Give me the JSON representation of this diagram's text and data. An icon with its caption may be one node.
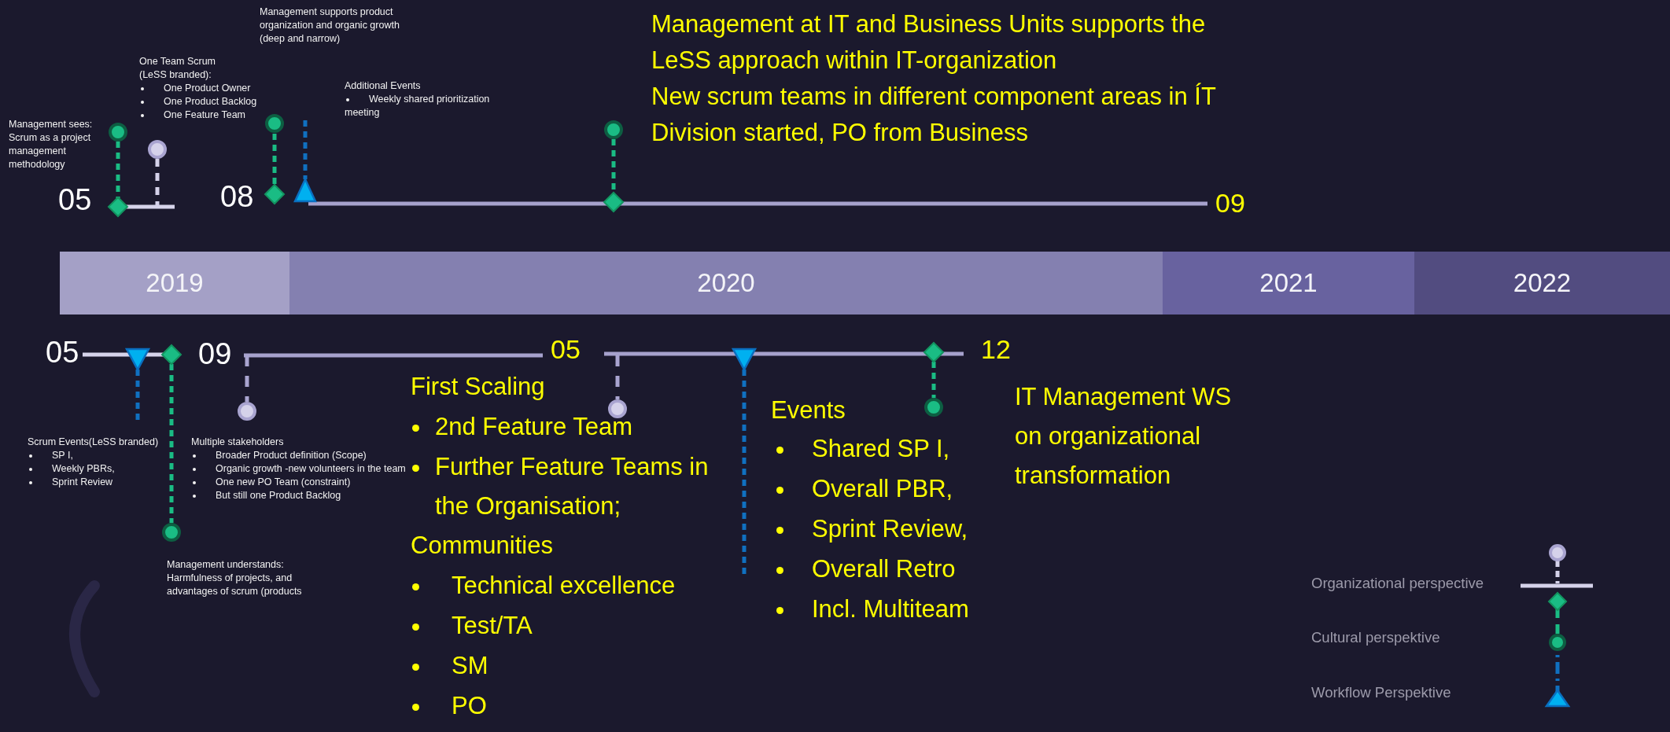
{
  "diagram": {
    "nodes": [
      {
        "text": [
          "2019"
        ]
      },
      {
        "text": [
          "2020"
        ]
      },
      {
        "text": [
          "2021"
        ]
      },
      {
        "text": [
          "2022"
        ]
      }
    ],
    "labels": [
      "Management sees: Scrum as a project management methodology",
      "One Team Scrum (LeSS branded):",
      "One Product Owner",
      "One Product Backlog",
      "One Feature Team",
      "Management supports product organization and organic growth (deep and narrow)",
      "Additional Events",
      "Weekly shared prioritization meeting",
      "05",
      "08",
      "Management at IT and Business Units supports the LeSS approach within IT-organization",
      "New scrum teams in different component areas in ÍT Division started, PO from Business",
      "09",
      "05",
      "09",
      "Scrum Events(LeSS branded)",
      "SP I,",
      "Weekly PBRs,",
      "Sprint Review",
      "Multiple stakeholders",
      "Broader Product definition (Scope)",
      "Organic growth -new volunteers in the team",
      "One new PO Team (constraint)",
      "But still one Product Backlog",
      "Management understands: Harmfulness of projects, and advantages of scrum (products",
      "05",
      "First Scaling",
      "2nd Feature Team",
      "Further Feature Teams in the Organisation;",
      "Communities",
      "Technical excellence",
      "Test/TA",
      "SM",
      "PO",
      "Events",
      "Shared SP I,",
      "Overall PBR,",
      "Sprint Review,",
      "Overall Retro",
      "Incl. Multiteam",
      "12",
      "IT Management WS on organizational transformation"
    ],
    "legend": [
      {
        "text": "Organizational perspective"
      },
      {
        "text": "Cultural perspektive"
      },
      {
        "text": "Workflow Perspektive"
      }
    ]
  }
}
